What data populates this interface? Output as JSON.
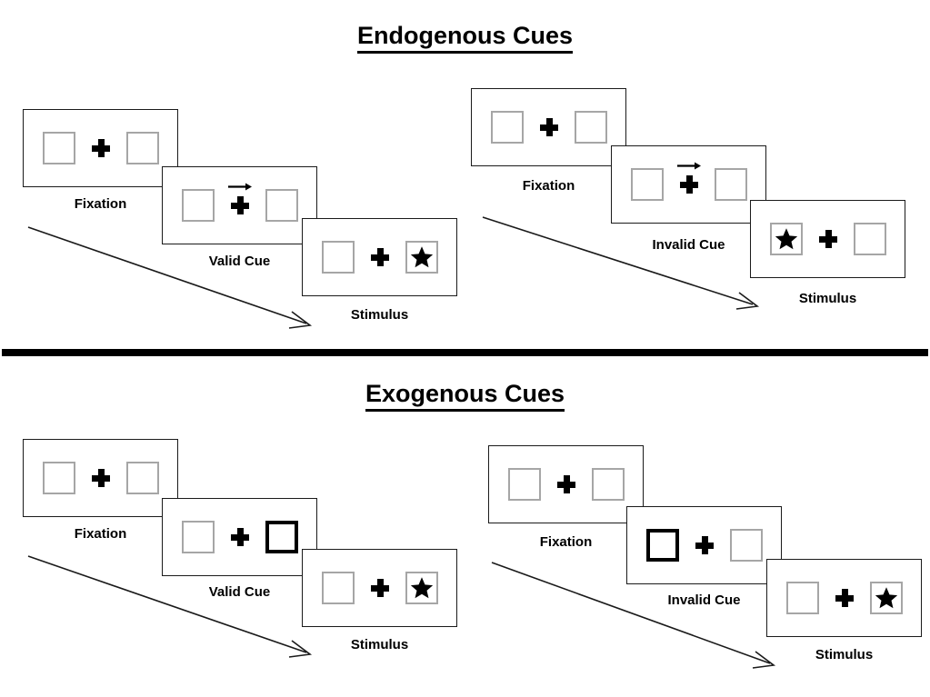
{
  "sections": [
    {
      "id": "endogenous",
      "title": "Endogenous Cues",
      "sequences": [
        {
          "id": "endogenous-valid",
          "panels": [
            {
              "id": "fixation",
              "caption": "Fixation",
              "type": "fixation",
              "left_square": "empty",
              "right_square": "empty",
              "cue_arrow": "none"
            },
            {
              "id": "cue",
              "caption": "Valid Cue",
              "type": "cue",
              "left_square": "empty",
              "right_square": "empty",
              "cue_arrow": "right"
            },
            {
              "id": "stimulus",
              "caption": "Stimulus",
              "type": "stimulus",
              "left_square": "empty",
              "right_square": "star",
              "cue_arrow": "none"
            }
          ]
        },
        {
          "id": "endogenous-invalid",
          "panels": [
            {
              "id": "fixation",
              "caption": "Fixation",
              "type": "fixation",
              "left_square": "empty",
              "right_square": "empty",
              "cue_arrow": "none"
            },
            {
              "id": "cue",
              "caption": "Invalid Cue",
              "type": "cue",
              "left_square": "empty",
              "right_square": "empty",
              "cue_arrow": "right"
            },
            {
              "id": "stimulus",
              "caption": "Stimulus",
              "type": "stimulus",
              "left_square": "star",
              "right_square": "empty",
              "cue_arrow": "none"
            }
          ]
        }
      ]
    },
    {
      "id": "exogenous",
      "title": "Exogenous Cues",
      "sequences": [
        {
          "id": "exogenous-valid",
          "panels": [
            {
              "id": "fixation",
              "caption": "Fixation",
              "type": "fixation",
              "left_square": "empty",
              "right_square": "empty",
              "cue_arrow": "none"
            },
            {
              "id": "cue",
              "caption": "Valid Cue",
              "type": "cue",
              "left_square": "empty",
              "right_square": "cued",
              "cue_arrow": "none"
            },
            {
              "id": "stimulus",
              "caption": "Stimulus",
              "type": "stimulus",
              "left_square": "empty",
              "right_square": "star",
              "cue_arrow": "none"
            }
          ]
        },
        {
          "id": "exogenous-invalid",
          "panels": [
            {
              "id": "fixation",
              "caption": "Fixation",
              "type": "fixation",
              "left_square": "empty",
              "right_square": "empty",
              "cue_arrow": "none"
            },
            {
              "id": "cue",
              "caption": "Invalid Cue",
              "type": "cue",
              "left_square": "cued",
              "right_square": "empty",
              "cue_arrow": "none"
            },
            {
              "id": "stimulus",
              "caption": "Stimulus",
              "type": "stimulus",
              "left_square": "empty",
              "right_square": "star",
              "cue_arrow": "none"
            }
          ]
        }
      ]
    }
  ],
  "colors": {
    "ink": "#000000",
    "panel_border": "#1a1a1a",
    "square_border": "#a6a6a6",
    "cued_square_border": "#000000",
    "background": "#ffffff"
  },
  "labels": {
    "fixation": "Fixation",
    "valid_cue": "Valid Cue",
    "invalid_cue": "Invalid Cue",
    "stimulus": "Stimulus"
  }
}
